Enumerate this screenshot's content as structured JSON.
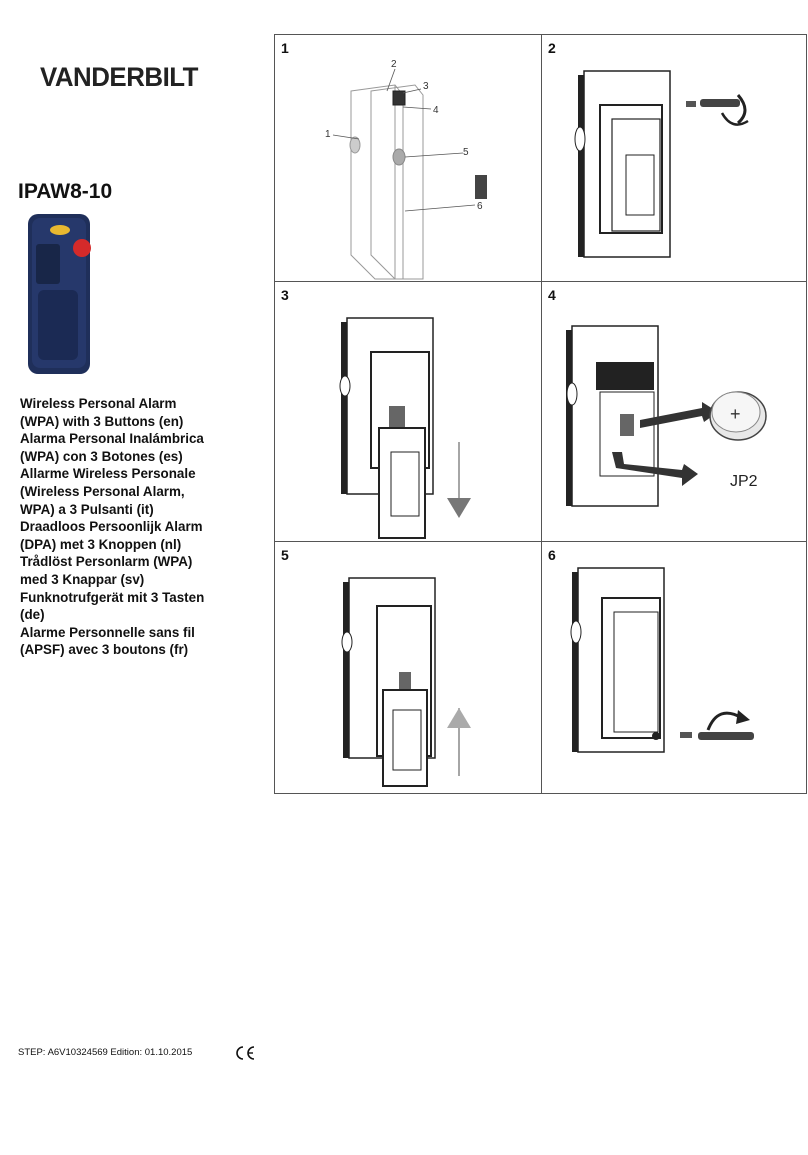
{
  "brand": "VANDERBILT",
  "product": "IPAW8-10",
  "languages": [
    "Wireless Personal Alarm",
    "(WPA) with 3 Buttons (en)",
    "Alarma Personal Inalámbrica",
    "(WPA) con 3 Botones (es)",
    "Allarme Wireless Personale",
    "(Wireless Personal Alarm,",
    "WPA) a 3 Pulsanti (it)",
    "Draadloos Persoonlijk Alarm",
    "(DPA) met 3 Knoppen (nl)",
    "Trådlöst Personlarm (WPA)",
    "med 3 Knappar (sv)",
    "Funknotrufgerät mit 3 Tasten",
    "(de)",
    "Alarme Personnelle sans fil",
    "(APSF) avec 3 boutons (fr)"
  ],
  "steps": [
    {
      "number": "1",
      "callouts": [
        "1",
        "2",
        "3",
        "4",
        "5",
        "6"
      ]
    },
    {
      "number": "2"
    },
    {
      "number": "3"
    },
    {
      "number": "4",
      "jumper_label": "JP2"
    },
    {
      "number": "5"
    },
    {
      "number": "6"
    }
  ],
  "footer": "STEP: A6V10324569 Edition: 01.10.2015",
  "icons": [
    "vanderbilt-logo-icon",
    "device-photo-icon",
    "screwdriver-icon",
    "arrow-down-icon",
    "arrow-up-icon",
    "battery-icon",
    "ce-mark-icon"
  ],
  "colors": {
    "device_body": "#1f2f5a",
    "button_yellow": "#e8b830",
    "button_red": "#d42a2a",
    "line": "#555555"
  }
}
